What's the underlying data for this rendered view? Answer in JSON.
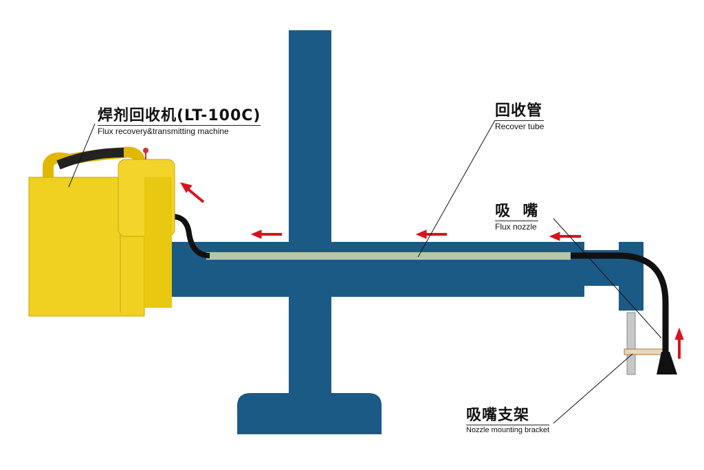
{
  "labels": {
    "machine": {
      "zh": "焊剂回收机(LT-100C)",
      "en": "Flux recovery&transmitting machine"
    },
    "tube": {
      "zh": "回收管",
      "en": "Recover tube"
    },
    "nozzle": {
      "zh": "吸  嘴",
      "en": "Flux nozzle"
    },
    "bracket": {
      "zh": "吸嘴支架",
      "en": "Nozzle mounting bracket"
    }
  },
  "colors": {
    "frame": "#1b5a85",
    "machine": "#f0d020",
    "arrow": "#d8141b",
    "hose": "#111111",
    "tube": "#c7d3a8"
  }
}
